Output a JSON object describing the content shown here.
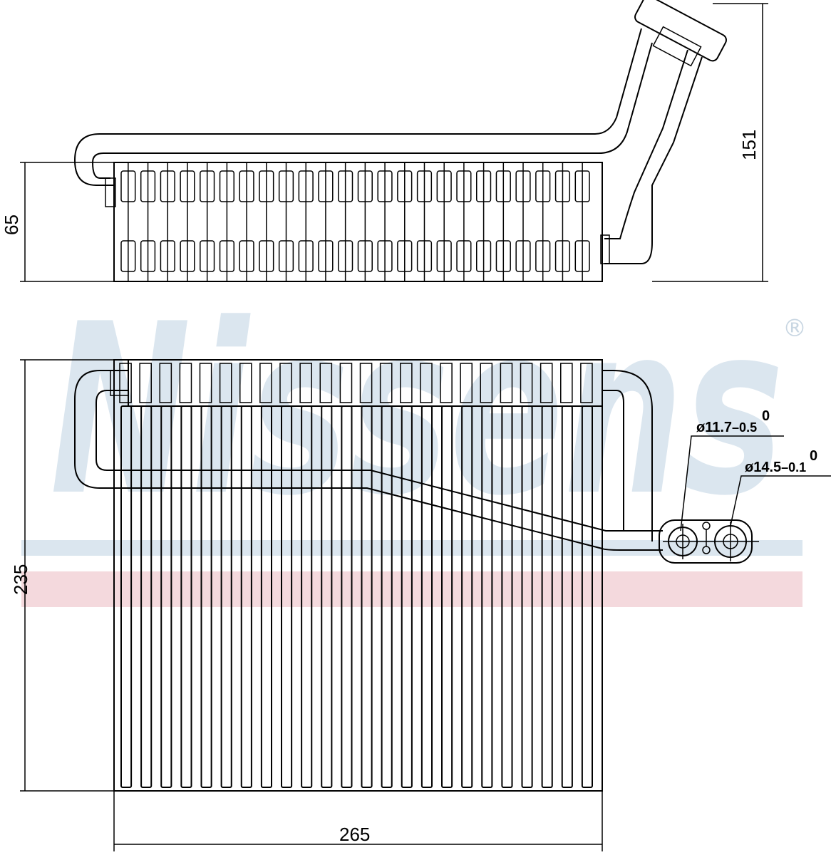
{
  "watermark": {
    "brand": "Nissens",
    "registered": "®",
    "colors": {
      "blue": "#dbe6ef",
      "pink": "#f4d9dd"
    }
  },
  "dimensions": {
    "top_height": "65",
    "total_height": "151",
    "core_height": "235",
    "core_width": "265",
    "pipe_small": {
      "label": "ø11.7",
      "upper": "0",
      "lower": "–0.5"
    },
    "pipe_large": {
      "label": "ø14.5",
      "upper": "0",
      "lower": "–0.1"
    }
  },
  "drawing": {
    "fin_count_top": 24,
    "tube_count_front": 24
  }
}
